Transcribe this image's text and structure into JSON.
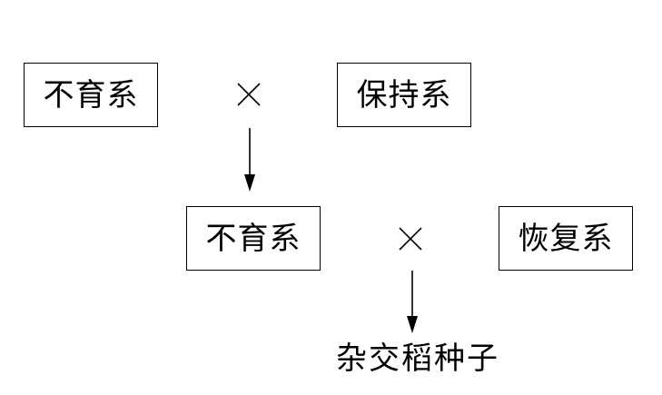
{
  "row1": {
    "left_label": "不育系",
    "right_label": "保持系"
  },
  "row2": {
    "left_label": "不育系",
    "right_label": "恢复系"
  },
  "result_label": "杂交稻种子"
}
